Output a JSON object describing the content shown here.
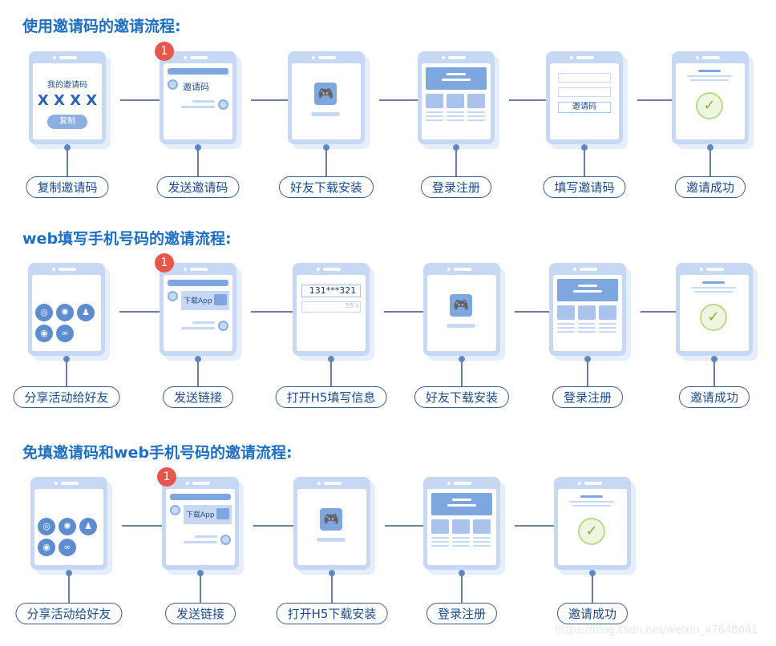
{
  "flows": [
    {
      "title": "使用邀请码的邀请流程:",
      "steps": [
        {
          "label": "复制邀请码",
          "screen": "code"
        },
        {
          "label": "发送邀请码",
          "screen": "chat",
          "badge": "1"
        },
        {
          "label": "好友下载安装",
          "screen": "game"
        },
        {
          "label": "登录注册",
          "screen": "register"
        },
        {
          "label": "填写邀请码",
          "screen": "form"
        },
        {
          "label": "邀请成功",
          "screen": "success"
        }
      ]
    },
    {
      "title": "web填写手机号码的邀请流程:",
      "steps": [
        {
          "label": "分享活动给好友",
          "screen": "share"
        },
        {
          "label": "发送链接",
          "screen": "chatapp",
          "badge": "1"
        },
        {
          "label": "打开H5填写信息",
          "screen": "phone"
        },
        {
          "label": "好友下载安装",
          "screen": "game"
        },
        {
          "label": "登录注册",
          "screen": "register"
        },
        {
          "label": "邀请成功",
          "screen": "success"
        }
      ]
    },
    {
      "title": "免填邀请码和web手机号码的邀请流程:",
      "steps": [
        {
          "label": "分享活动给好友",
          "screen": "share"
        },
        {
          "label": "发送链接",
          "screen": "chatapp",
          "badge": "1"
        },
        {
          "label": "打开H5下载安装",
          "screen": "game"
        },
        {
          "label": "登录注册",
          "screen": "register"
        },
        {
          "label": "邀请成功",
          "screen": "success"
        }
      ]
    }
  ],
  "screen_text": {
    "my_code": "我的邀请码",
    "code_value": "X X X X",
    "copy_button": "复制",
    "chat_code": "邀请码",
    "form_code": "邀请码",
    "download_app": "下载App",
    "phone_value": "131***321",
    "countdown": "55 s"
  },
  "watermark": "https://blog.csdn.net/weixin_47648041",
  "colors": {
    "title": "#1f6fc0",
    "phone": "#c7d8f4",
    "accent": "#5d8cd0",
    "badge": "#e5574b",
    "success": "#7cb342"
  }
}
